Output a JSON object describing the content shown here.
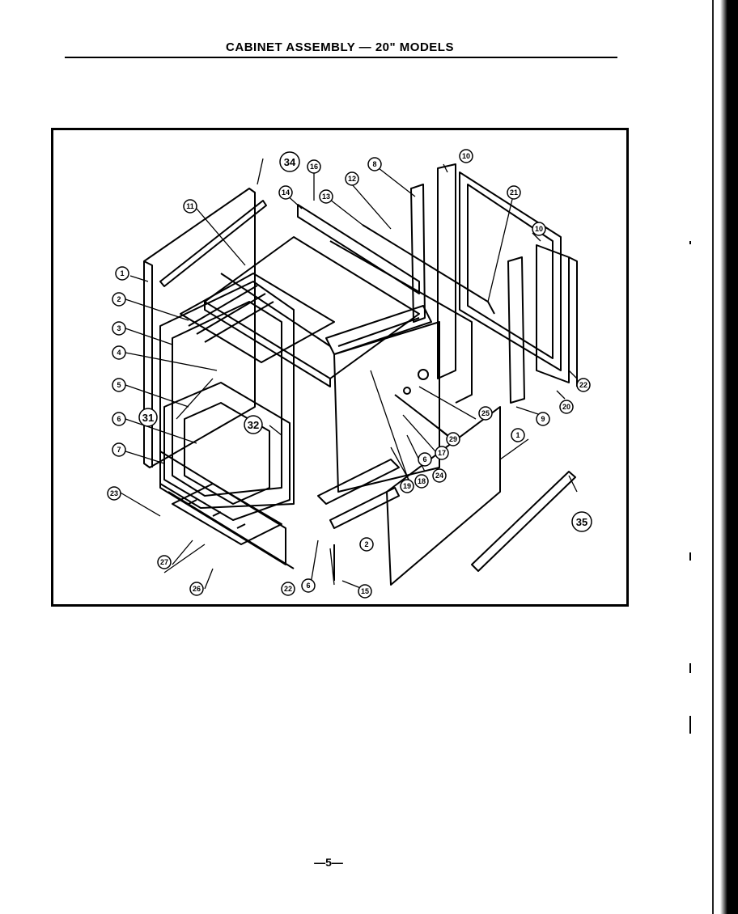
{
  "title": "CABINET ASSEMBLY — 20\" MODELS",
  "page_number": "—5—",
  "callouts": [
    {
      "id": "c1a",
      "label": "1"
    },
    {
      "id": "c2a",
      "label": "2"
    },
    {
      "id": "c3",
      "label": "3"
    },
    {
      "id": "c4",
      "label": "4"
    },
    {
      "id": "c5",
      "label": "5"
    },
    {
      "id": "c6a",
      "label": "6"
    },
    {
      "id": "c7",
      "label": "7"
    },
    {
      "id": "c23",
      "label": "23"
    },
    {
      "id": "c27",
      "label": "27"
    },
    {
      "id": "c26",
      "label": "26"
    },
    {
      "id": "c22a",
      "label": "22"
    },
    {
      "id": "c6b",
      "label": "6"
    },
    {
      "id": "c15",
      "label": "15"
    },
    {
      "id": "c2b",
      "label": "2"
    },
    {
      "id": "c31",
      "label": "31"
    },
    {
      "id": "c32",
      "label": "32"
    },
    {
      "id": "c11",
      "label": "11"
    },
    {
      "id": "c14",
      "label": "14"
    },
    {
      "id": "c34",
      "label": "34"
    },
    {
      "id": "c16",
      "label": "16"
    },
    {
      "id": "c13",
      "label": "13"
    },
    {
      "id": "c12",
      "label": "12"
    },
    {
      "id": "c8",
      "label": "8"
    },
    {
      "id": "c10a",
      "label": "10"
    },
    {
      "id": "c21",
      "label": "21"
    },
    {
      "id": "c10b",
      "label": "10"
    },
    {
      "id": "c22b",
      "label": "22"
    },
    {
      "id": "c20",
      "label": "20"
    },
    {
      "id": "c9",
      "label": "9"
    },
    {
      "id": "c25",
      "label": "25"
    },
    {
      "id": "c1b",
      "label": "1"
    },
    {
      "id": "c29",
      "label": "29"
    },
    {
      "id": "c17",
      "label": "17"
    },
    {
      "id": "c6c",
      "label": "6"
    },
    {
      "id": "c24",
      "label": "24"
    },
    {
      "id": "c18",
      "label": "18"
    },
    {
      "id": "c19",
      "label": "19"
    },
    {
      "id": "c35",
      "label": "35"
    }
  ]
}
